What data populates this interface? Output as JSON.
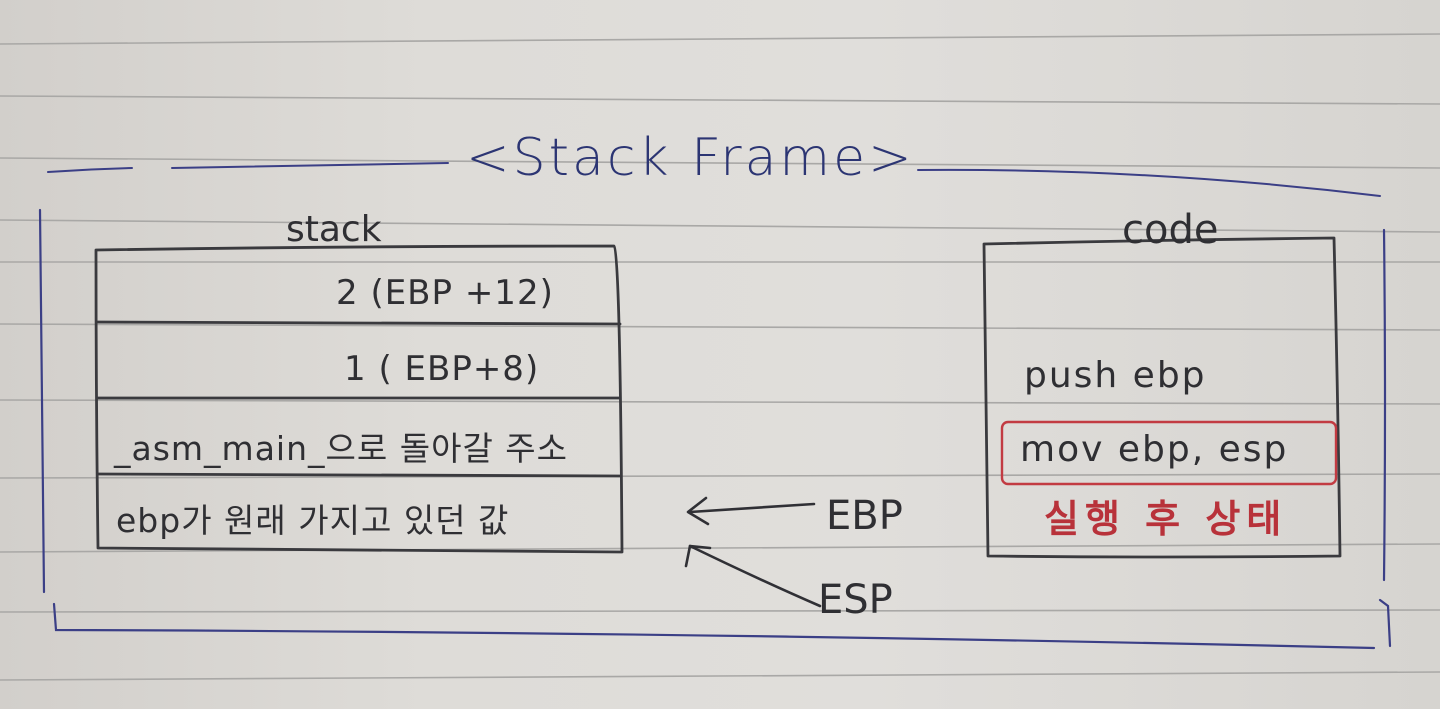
{
  "title": "<Stack Frame>",
  "stack": {
    "label": "stack",
    "rows": [
      "2  (EBP +12)",
      "1  ( EBP+8)",
      "_asm_main_으로 돌아갈 주소",
      "ebp가 원래 가지고 있던 값"
    ]
  },
  "code": {
    "label": "code",
    "lines": [
      "push  ebp",
      "mov  ebp, esp"
    ],
    "note": "실행 후 상태"
  },
  "pointers": {
    "ebp": "EBP",
    "esp": "ESP"
  },
  "colors": {
    "pencil": "#2f2f33",
    "ink_blue": "#2c3573",
    "ink_red": "#b8323a",
    "ruled_line": "#a9a8a6"
  }
}
